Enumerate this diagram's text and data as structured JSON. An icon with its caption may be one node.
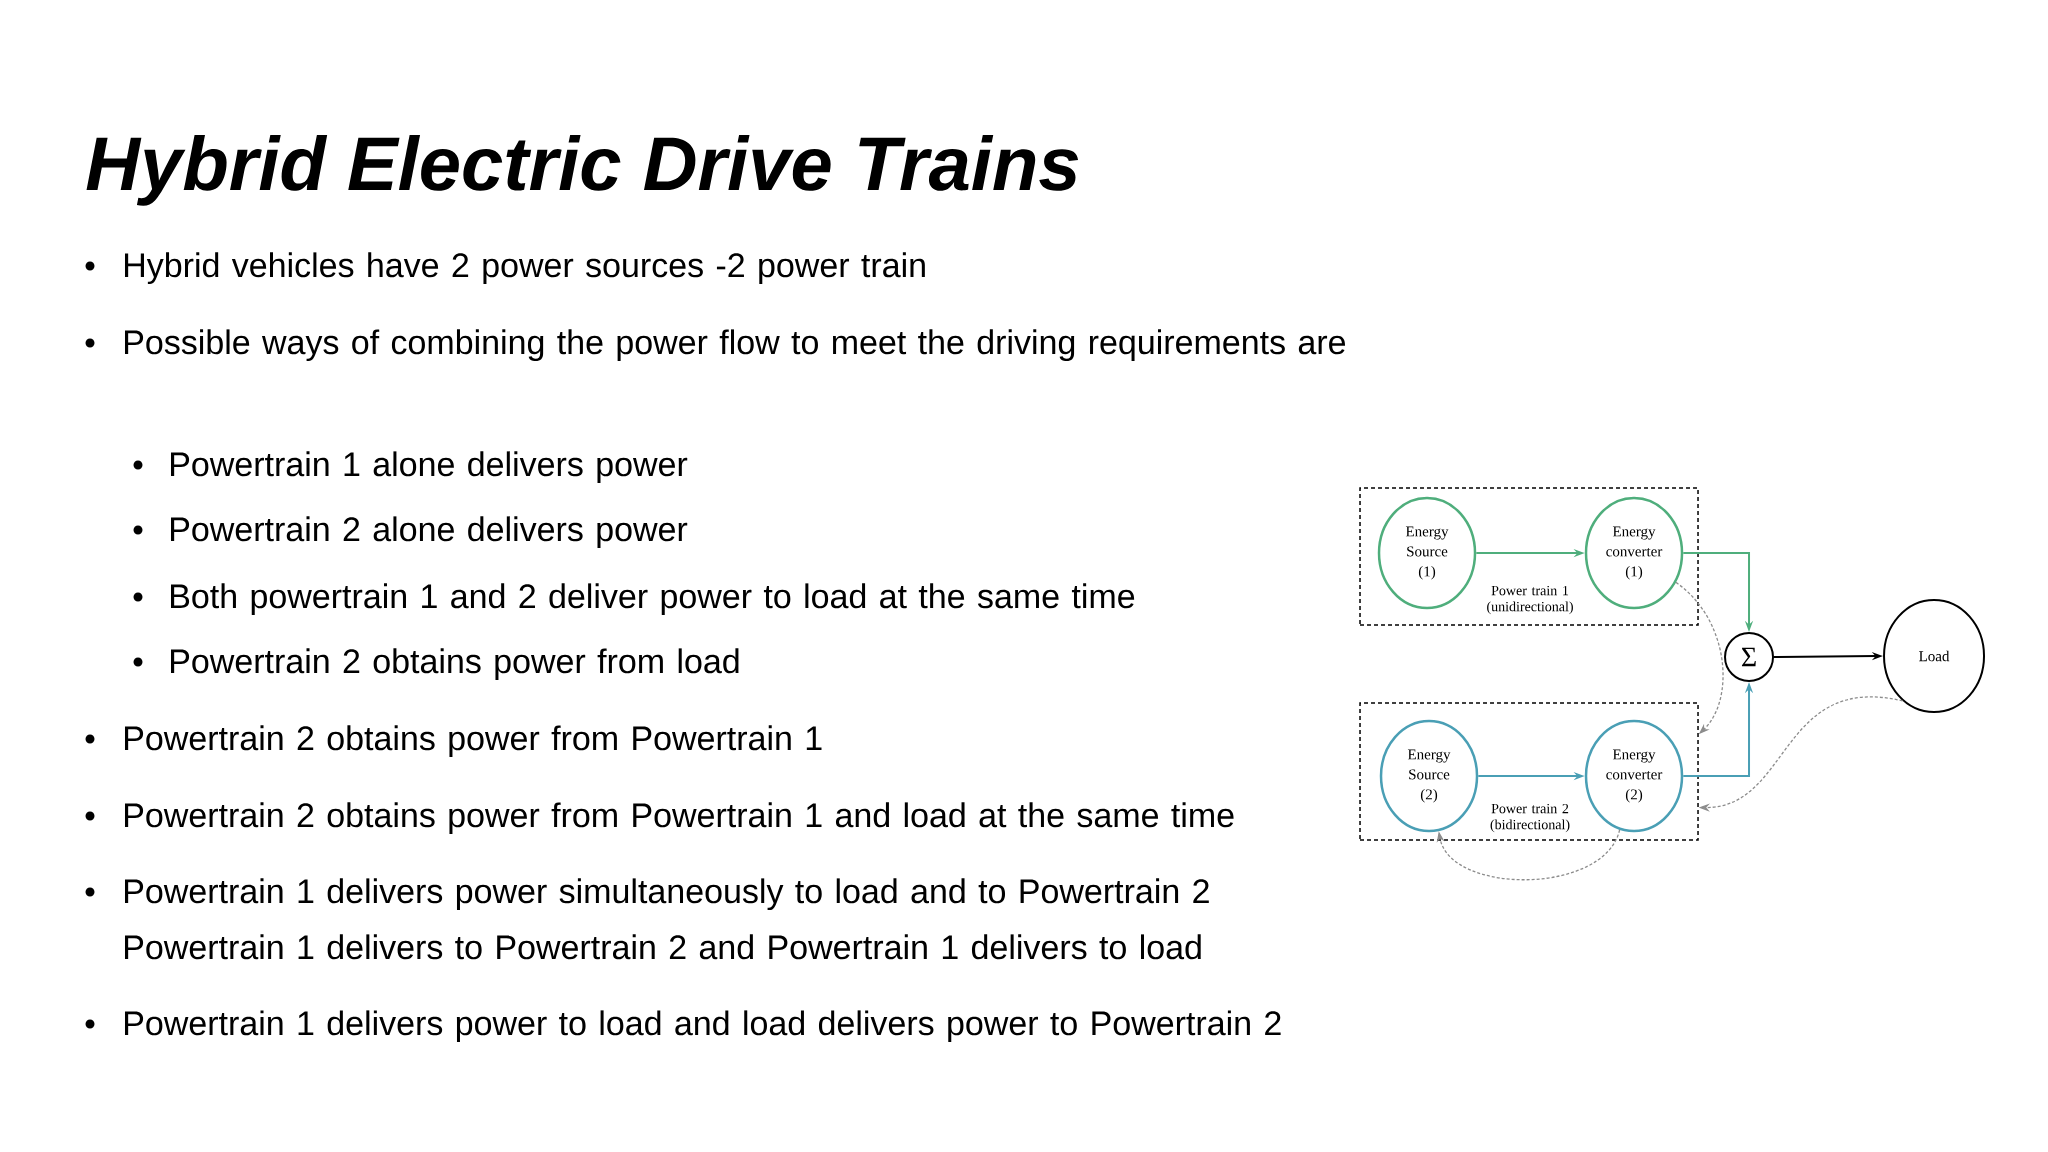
{
  "diagram": {
    "title": "Hybrid Electric Drive Trains",
    "nodes": [
      {
        "text": [
          "Power train 1 (unidirectional)"
        ]
      },
      {
        "text": [
          "Energy Source (1)"
        ],
        "in": 0
      },
      {
        "text": [
          "Energy converter (1)"
        ],
        "in": 0
      },
      {
        "text": [
          "Power train 2 (bidirectional)"
        ]
      },
      {
        "text": [
          "Energy Source (2)"
        ],
        "in": 3
      },
      {
        "text": [
          "Energy converter (2)"
        ],
        "in": 3
      },
      {
        "text": [
          "Σ"
        ]
      },
      {
        "text": [
          "Load"
        ]
      }
    ],
    "edges": [
      {
        "from": 1,
        "to": 2,
        "arrow": "to",
        "color": "#4fae7c"
      },
      {
        "from": 2,
        "to": 6,
        "arrow": "to",
        "color": "#4fae7c"
      },
      {
        "from": 4,
        "to": 5,
        "arrow": "to",
        "color": "#4a9fb5"
      },
      {
        "from": 5,
        "to": 6,
        "arrow": "to",
        "color": "#4a9fb5"
      },
      {
        "from": 6,
        "to": 7,
        "arrow": "to",
        "color": "#000000"
      },
      {
        "from": 2,
        "to": 3,
        "arrow": "to",
        "style": "dashed",
        "color": "#8c8c8c"
      },
      {
        "from": 7,
        "to": 3,
        "arrow": "to",
        "style": "dashed",
        "color": "#8c8c8c"
      },
      {
        "from": 5,
        "to": 4,
        "arrow": "to",
        "style": "dashed",
        "color": "#8c8c8c"
      }
    ],
    "labels": [
      "Hybrid vehicles have 2 power sources -2 power train",
      "Possible ways of combining the power flow to meet the driving requirements are",
      "Powertrain 1 alone delivers power",
      "Powertrain 2 alone delivers power",
      "Both powertrain 1 and 2 deliver power to load at the same time",
      "Powertrain 2 obtains power from load",
      "Powertrain 2 obtains power from Powertrain 1",
      "Powertrain 2 obtains power from Powertrain 1 and load at the same time",
      "Powertrain 1 delivers power simultaneously to load and to Powertrain 2",
      "Powertrain 1 delivers to Powertrain 2 and Powertrain 1 delivers to load",
      "Powertrain 1 delivers power to load and load delivers power to Powertrain 2"
    ]
  }
}
